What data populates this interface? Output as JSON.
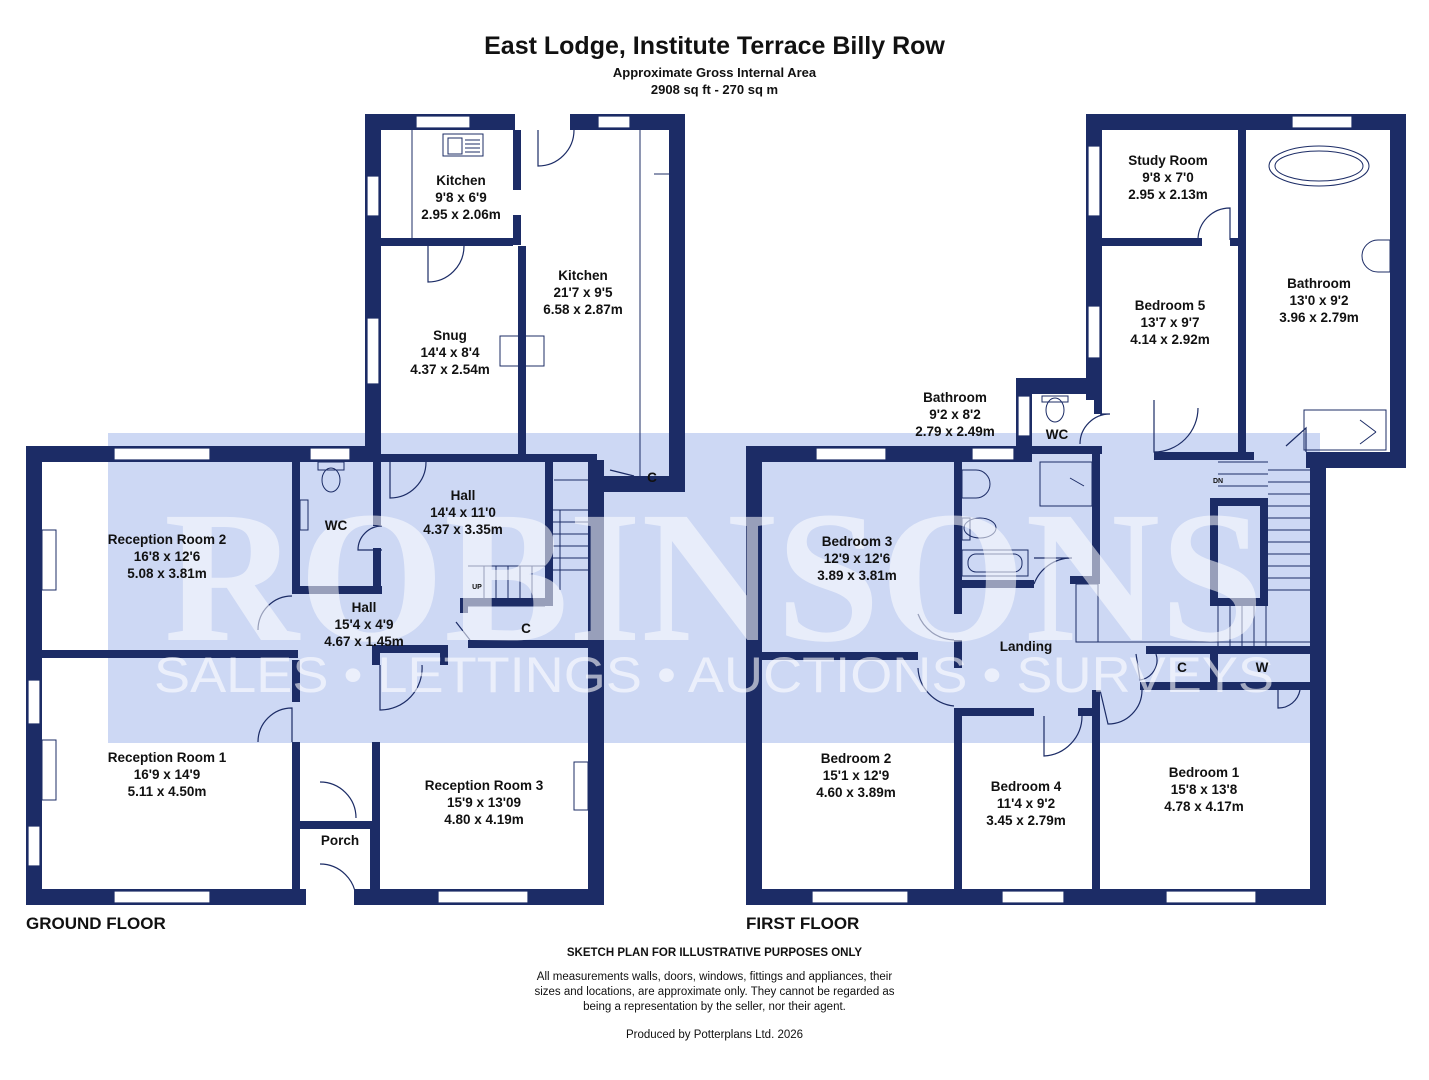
{
  "header": {
    "title": "East Lodge, Institute Terrace Billy Row",
    "subtitle": "Approximate Gross Internal Area",
    "area": "2908 sq ft - 270 sq m"
  },
  "watermark": {
    "brand": "ROBINSONS",
    "tagline": "SALES • LETTINGS • AUCTIONS • SURVEYS",
    "color": "#bccbf0"
  },
  "colors": {
    "wall": "#1c2c66",
    "floor": "#ffffff",
    "text": "#111111"
  },
  "floors": {
    "ground": {
      "label": "GROUND FLOOR",
      "rooms": [
        {
          "name": "Kitchen",
          "imperial": "9'8 x 6'9",
          "metric": "2.95 x 2.06m"
        },
        {
          "name": "Kitchen",
          "imperial": "21'7 x 9'5",
          "metric": "6.58 x 2.87m"
        },
        {
          "name": "Snug",
          "imperial": "14'4 x 8'4",
          "metric": "4.37 x 2.54m"
        },
        {
          "name": "Hall",
          "imperial": "14'4 x 11'0",
          "metric": "4.37 x 3.35m"
        },
        {
          "name": "Reception Room 2",
          "imperial": "16'8 x 12'6",
          "metric": "5.08 x 3.81m"
        },
        {
          "name": "Hall",
          "imperial": "15'4 x 4'9",
          "metric": "4.67 x 1.45m"
        },
        {
          "name": "Reception Room 1",
          "imperial": "16'9 x 14'9",
          "metric": "5.11 x 4.50m"
        },
        {
          "name": "Reception Room 3",
          "imperial": "15'9 x 13'09",
          "metric": "4.80 x 4.19m"
        }
      ],
      "small_labels": [
        "WC",
        "Porch",
        "C",
        "C",
        "UP"
      ]
    },
    "first": {
      "label": "FIRST FLOOR",
      "rooms": [
        {
          "name": "Study Room",
          "imperial": "9'8 x 7'0",
          "metric": "2.95 x 2.13m"
        },
        {
          "name": "Bathroom",
          "imperial": "13'0 x 9'2",
          "metric": "3.96 x 2.79m"
        },
        {
          "name": "Bedroom 5",
          "imperial": "13'7 x 9'7",
          "metric": "4.14  x 2.92m"
        },
        {
          "name": "Bathroom",
          "imperial": "9'2 x 8'2",
          "metric": "2.79 x 2.49m"
        },
        {
          "name": "Bedroom 3",
          "imperial": "12'9 x 12'6",
          "metric": "3.89 x 3.81m"
        },
        {
          "name": "Landing",
          "imperial": "",
          "metric": ""
        },
        {
          "name": "Bedroom 2",
          "imperial": "15'1 x 12'9",
          "metric": "4.60 x 3.89m"
        },
        {
          "name": "Bedroom 4",
          "imperial": "11'4 x 9'2",
          "metric": "3.45 x 2.79m"
        },
        {
          "name": "Bedroom 1",
          "imperial": "15'8 x 13'8",
          "metric": "4.78 x 4.17m"
        }
      ],
      "small_labels": [
        "WC",
        "C",
        "W",
        "DN"
      ]
    }
  },
  "footer": {
    "heading": "SKETCH PLAN FOR ILLUSTRATIVE PURPOSES ONLY",
    "lines": [
      "All measurements walls, doors, windows, fittings and appliances, their",
      "sizes and locations, are approximate only. They cannot be regarded as",
      "being a representation by the seller, nor their agent."
    ],
    "produced_by": "Produced by Potterplans Ltd. 2026"
  }
}
